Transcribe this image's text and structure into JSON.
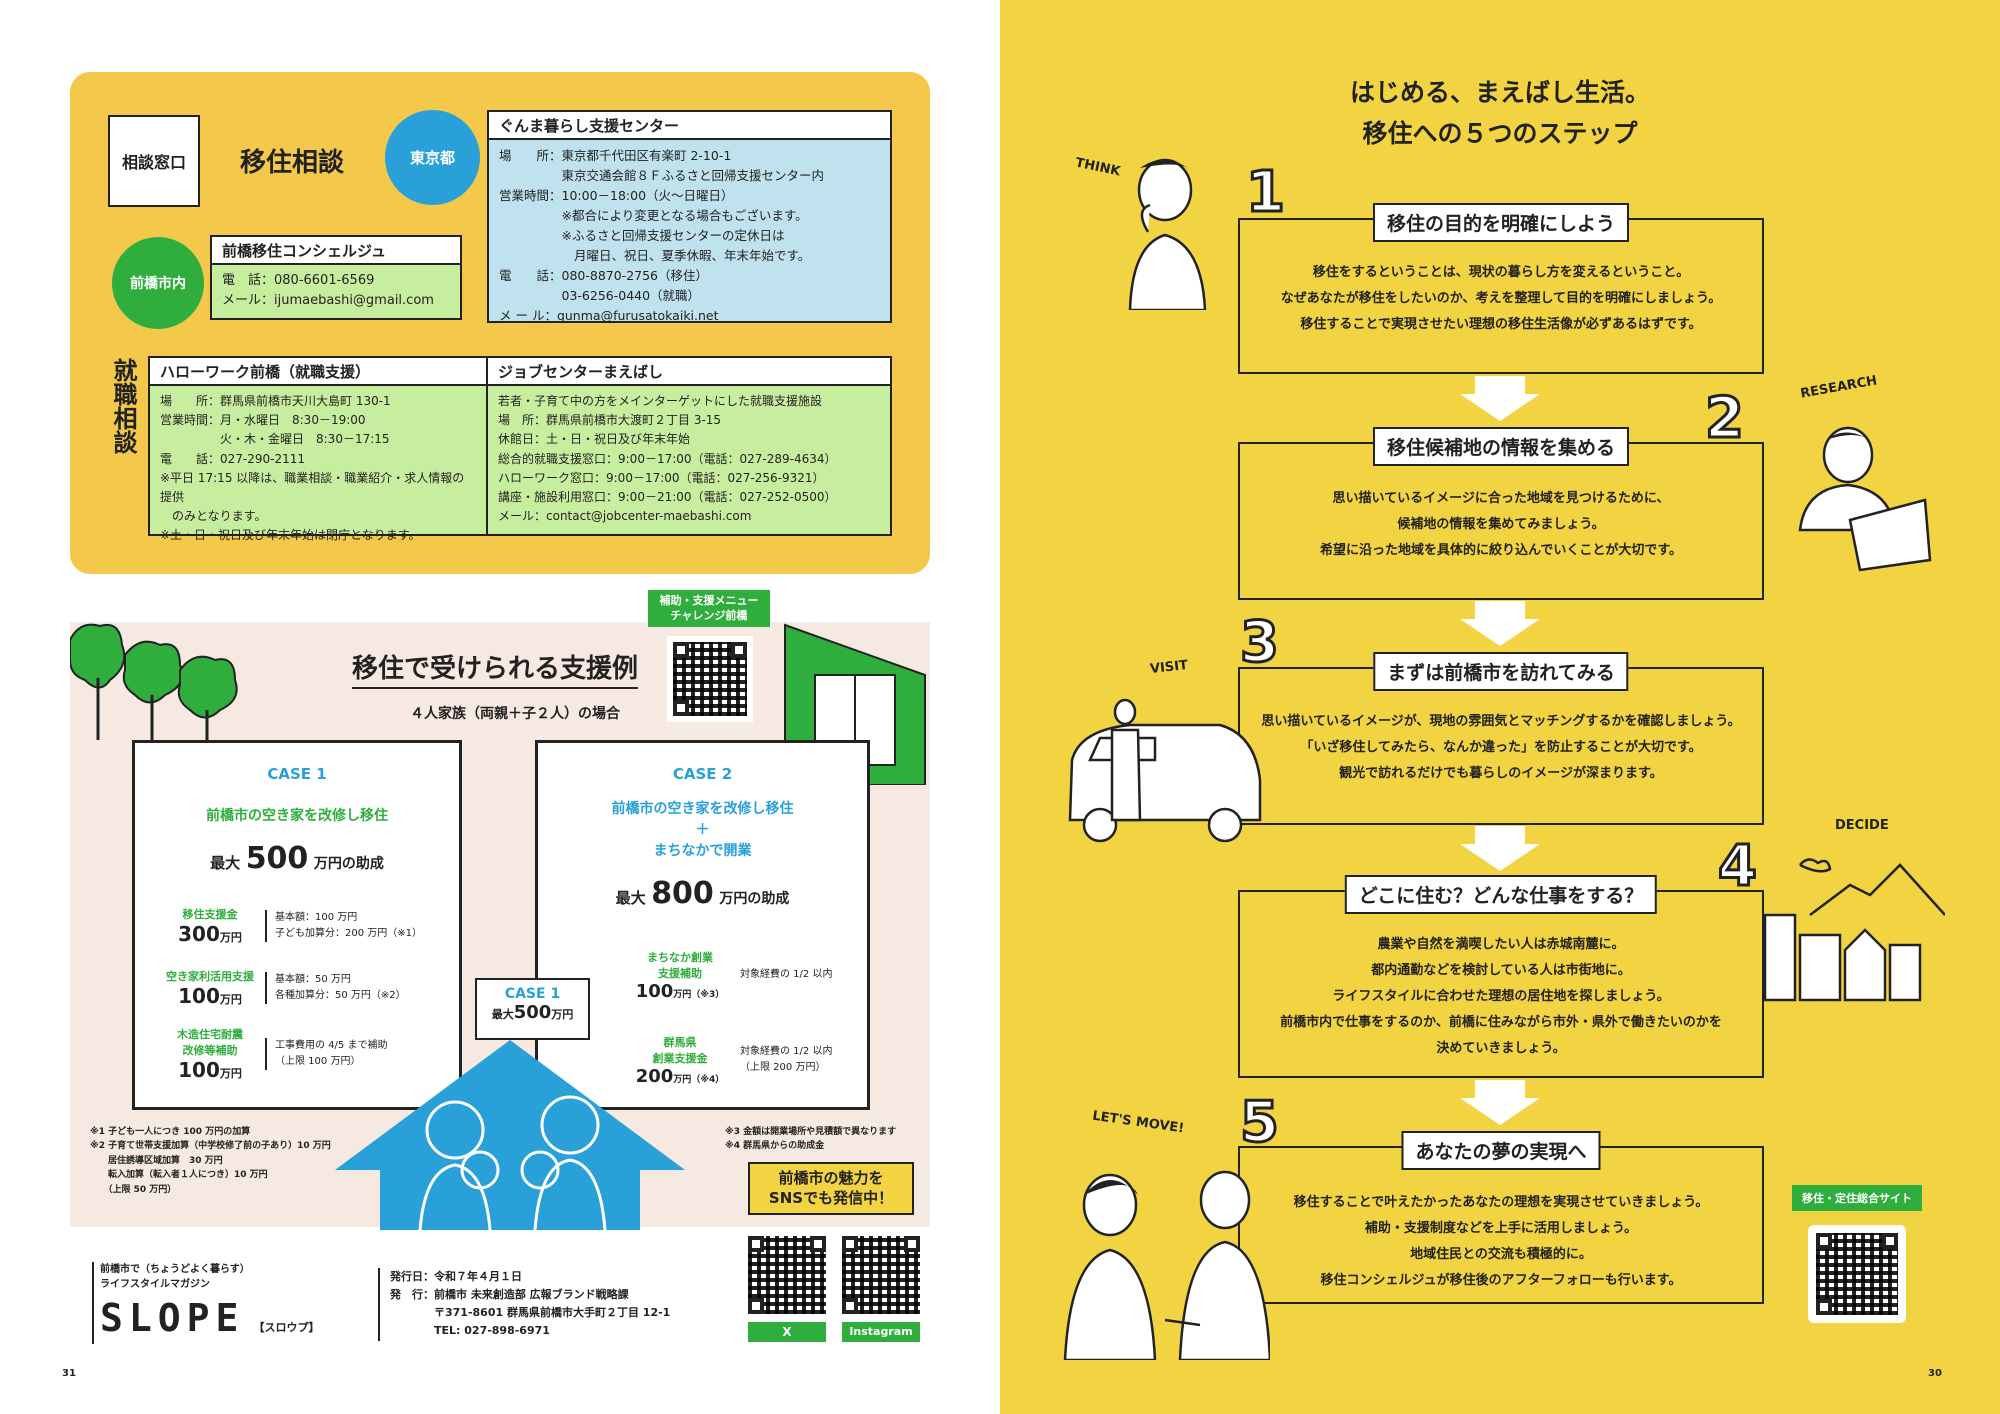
{
  "consult": {
    "label": "相談窓口",
    "migration_title": "移住相談",
    "tokyo_badge": "東京都",
    "city_badge": "前橋市内",
    "job_vertical": "就職相談",
    "gunma_center": {
      "title": "ぐんま暮らし支援センター",
      "body": "場　　所：東京都千代田区有楽町 2-10-1\n　　　　　東京交通会館８Ｆふるさと回帰支援センター内\n営業時間：10:00－18:00（火〜日曜日）\n　　　　　※都合により変更となる場合もございます。\n　　　　　※ふるさと回帰支援センターの定休日は\n　　　　　　月曜日、祝日、夏季休暇、年末年始です。\n電　　話：080-8870-2756（移住）\n　　　　　03-6256-0440（就職）\nメ ー ル：gunma@furusatokaiki.net"
    },
    "concierge": {
      "title": "前橋移住コンシェルジュ",
      "body": "電　話：080-6601-6569\nメール：ijumaebashi@gmail.com"
    },
    "hellowork": {
      "title": "ハローワーク前橋（就職支援）",
      "body": "場　　所：群馬県前橋市天川大島町 130-1\n営業時間：月・水曜日　8:30－19:00\n　　　　　火・木・金曜日　8:30－17:15\n電　　話：027-290-2111\n※平日 17:15 以降は、職業相談・職業紹介・求人情報の提供\n　のみとなります。\n※土・日・祝日及び年末年始は閉庁となります。"
    },
    "jobcenter": {
      "title": "ジョブセンターまえばし",
      "body": "若者・子育て中の方をメインターゲットにした就職支援施設\n場　所：群馬県前橋市大渡町２丁目 3-15\n休館日：土・日・祝日及び年末年始\n総合的就職支援窓口：9:00－17:00（電話：027-289-4634）\nハローワーク窓口：9:00－17:00（電話：027-256-9321）\n講座・施設利用窓口：9:00－21:00（電話：027-252-0500）\nメール：contact@jobcenter-maebashi.com"
    }
  },
  "support": {
    "menu_label": "補助・支援メニュー\nチャレンジ前橋",
    "title": "移住で受けられる支援例",
    "subtitle": "４人家族（両親＋子２人）の場合",
    "case1": {
      "label": "CASE 1",
      "desc": "前橋市の空き家を改修し移住",
      "max_prefix": "最大",
      "max_value": "500",
      "max_suffix": "万円の助成",
      "items": [
        {
          "name": "移住支援金",
          "amount": "300",
          "unit": "万円",
          "note": "基本額：100 万円\n子ども加算分：200 万円（※1）"
        },
        {
          "name": "空き家利活用支援",
          "amount": "100",
          "unit": "万円",
          "note": "基本額：50 万円\n各種加算分：50 万円（※2）"
        },
        {
          "name": "木造住宅耐震\n改修等補助",
          "amount": "100",
          "unit": "万円",
          "note": "工事費用の 4/5 まで補助\n（上限 100 万円）"
        }
      ]
    },
    "case2": {
      "label": "CASE 2",
      "desc": "前橋市の空き家を改修し移住\n＋\nまちなかで開業",
      "max_prefix": "最大",
      "max_value": "800",
      "max_suffix": "万円の助成",
      "mini_label": "CASE 1",
      "mini_prefix": "最大",
      "mini_value": "500",
      "mini_suffix": "万円",
      "items": [
        {
          "name": "まちなか創業\n支援補助",
          "amount": "100",
          "unit": "万円（※3）",
          "note": "対象経費の 1/2 以内"
        },
        {
          "name": "群馬県\n創業支援金",
          "amount": "200",
          "unit": "万円（※4）",
          "note": "対象経費の 1/2 以内\n（上限 200 万円）"
        }
      ]
    },
    "notes_left": "※1 子ども一人につき 100 万円の加算\n※2 子育て世帯支援加算（中学校修了前の子あり）10 万円\n　　居住誘導区域加算　30 万円\n　　転入加算（転入者１人につき）10 万円\n　　（上限 50 万円）",
    "notes_right": "※3 金額は開業場所や見積額で異なります\n※4 群馬県からの助成金",
    "sns_label": "前橋市の魅力を\nSNSでも発信中！",
    "sns_x": "X",
    "sns_ig": "Instagram"
  },
  "colophon": {
    "tagline": "前橋市で（ちょうどよく暮らす）\nライフスタイルマガジン",
    "logo": "SLOPE",
    "logo_reading": "【スロウプ】",
    "info": "発行日：令和７年４月１日\n発　行：前橋市 未来創造部 広報ブランド戦略課\n　　　　〒371-8601 群馬県前橋市大手町２丁目 12-1\n　　　　TEL: 027-898-6971"
  },
  "page_numbers": {
    "left": "31",
    "right": "30"
  },
  "steps_page": {
    "title_line1": "はじめる、まえばし生活。",
    "title_line2": "移住への５つのステップ",
    "site_label": "移住・定住総合サイト",
    "steps": [
      {
        "num": "1",
        "tag": "THINK",
        "title": "移住の目的を明確にしよう",
        "text": "移住をするということは、現状の暮らし方を変えるということ。\nなぜあなたが移住をしたいのか、考えを整理して目的を明確にしましょう。\n移住することで実現させたい理想の移住生活像が必ずあるはずです。"
      },
      {
        "num": "2",
        "tag": "RESEARCH",
        "title": "移住候補地の情報を集める",
        "text": "思い描いているイメージに合った地域を見つけるために、\n候補地の情報を集めてみましょう。\n希望に沿った地域を具体的に絞り込んでいくことが大切です。"
      },
      {
        "num": "3",
        "tag": "VISIT",
        "title": "まずは前橋市を訪れてみる",
        "text": "思い描いているイメージが、現地の雰囲気とマッチングするかを確認しましょう。\n「いざ移住してみたら、なんか違った」を防止することが大切です。\n観光で訪れるだけでも暮らしのイメージが深まります。"
      },
      {
        "num": "4",
        "tag": "DECIDE",
        "title": "どこに住む？どんな仕事をする？",
        "text": "農業や自然を満喫したい人は赤城南麓に。\n都内通勤などを検討している人は市街地に。\nライフスタイルに合わせた理想の居住地を探しましょう。\n前橋市内で仕事をするのか、前橋に住みながら市外・県外で働きたいのかを\n決めていきましょう。"
      },
      {
        "num": "5",
        "tag": "LET'S MOVE!",
        "title": "あなたの夢の実現へ",
        "text": "移住することで叶えたかったあなたの理想を実現させていきましょう。\n補助・支援制度などを上手に活用しましょう。\n地域住民との交流も積極的に。\n移住コンシェルジュが移住後のアフターフォローも行います。"
      }
    ]
  },
  "colors": {
    "yellow": "#f2d443",
    "blue_box": "#bfe2ee",
    "green_box": "#c7ee9f",
    "blue_circle": "#2aa0d8",
    "green_circle": "#2fae3d"
  }
}
